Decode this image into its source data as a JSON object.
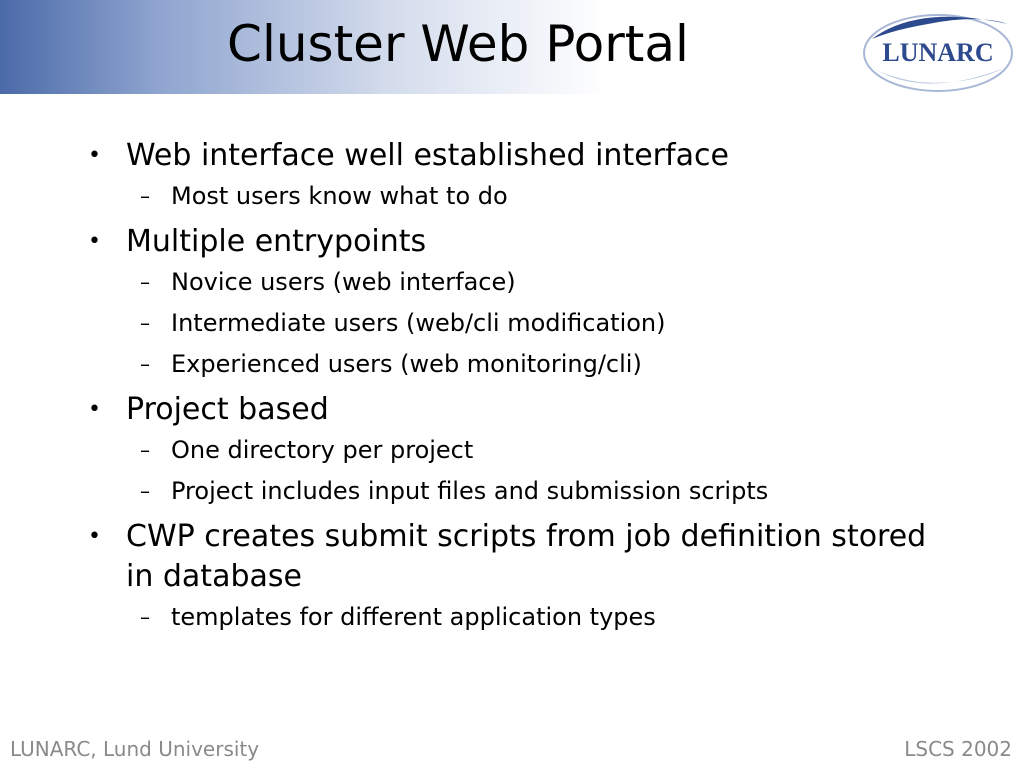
{
  "title": "Cluster Web Portal",
  "logo_text": "LUNARC",
  "bullets": [
    {
      "text": "Web interface well established interface",
      "sub": [
        "Most users know what to do"
      ]
    },
    {
      "text": "Multiple entrypoints",
      "sub": [
        "Novice users (web interface)",
        "Intermediate users (web/cli modification)",
        "Experienced users (web monitoring/cli)"
      ]
    },
    {
      "text": "Project based",
      "sub": [
        "One directory per project",
        "Project includes input files and submission scripts"
      ]
    },
    {
      "text": "CWP creates submit scripts from job definition stored in database",
      "sub": [
        "templates for different application types"
      ]
    }
  ],
  "footer": {
    "left": "LUNARC, Lund University",
    "right": "LSCS 2002"
  },
  "colors": {
    "header_blue": "#4a6aa8",
    "logo_blue": "#2e4a8e",
    "footer_gray": "#8a8a8a"
  }
}
